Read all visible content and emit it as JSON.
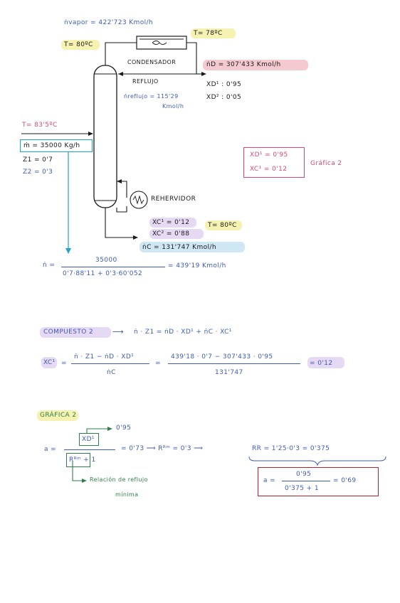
{
  "colors": {
    "ink": "#1a1a1a",
    "blue": "#3d5bb5",
    "pink": "#d6487a",
    "green": "#2f7f4a",
    "yellow_hl": "#f6f2b2",
    "pink_hl": "#f4c9cf",
    "purple_hl": "#e6d9f3",
    "blue_hl": "#cfe6f3",
    "cyan": "#1fa3c9",
    "red": "#b3242c"
  },
  "diagram": {
    "n_vapor": "ṅvapor = 422'723 Kmol/h",
    "t_top_left": "T= 80ºC",
    "t_condenser": "T= 78ºC",
    "condensador": "CONDENSADOR",
    "reflujo": "REFLUJO",
    "n_reflujo_1": "ṅreflujo = 115'29",
    "n_reflujo_2": "Kmol/h",
    "n_d": "ṅD = 307'433 Kmol/h",
    "xd1": "XD¹ : 0'95",
    "xd2": "XD² : 0'05",
    "t_feed": "T= 83'5ºC",
    "m_feed": "ṁ = 35000 Kg/h",
    "z1": "Z1 = 0'7",
    "z2": "Z2 = 0'3",
    "box_xd": "XD¹ = 0'95",
    "box_xc": "XC¹ = 0'12",
    "grafica_ref": "Gráfica 2",
    "rehervidor": "REHERVIDOR",
    "xc1": "XC¹ = 0'12",
    "t_bottom": "T= 80ºC",
    "xc2": "XC² = 0'88",
    "n_c": "ṅC = 131'747 Kmol/h"
  },
  "equations": {
    "n_lhs": "ṅ =",
    "n_num": "35000",
    "n_den": "0'7·88'11 + 0'3·60'052",
    "n_res": "= 439'19 Kmol/h",
    "compuesto_label": "COMPUESTO 2",
    "compuesto_eq": "ṅ · Z1 = ṅD · XD¹ + ṅC · XC¹",
    "xc_lhs": "XC¹",
    "xc_eq": "=",
    "xc_num": "ṅ · Z1 − ṅD · XD¹",
    "xc_den": "ṅC",
    "xc_eq2": "=",
    "xc_num2": "439'18 · 0'7 − 307'433 · 0'95",
    "xc_den2": "131'747",
    "xc_res": "= 0'12",
    "grafica_label": "GRÁFICA 2",
    "arrow_095": "0'95",
    "a_lhs": "a =",
    "a_num": "XD¹",
    "a_den": "Rᴿᵐ + 1",
    "a_res": "= 0'73 ⟹ Rᴿᵐ = 0'3 ⟹",
    "rr_eq": "RR = 1'25·0'3 = 0'375",
    "relacion_1": "Relación de reflujo",
    "relacion_2": "mínima",
    "box_a_lhs": "a =",
    "box_a_num": "0'95",
    "box_a_den": "0'375 + 1",
    "box_a_res": "= 0'69"
  }
}
